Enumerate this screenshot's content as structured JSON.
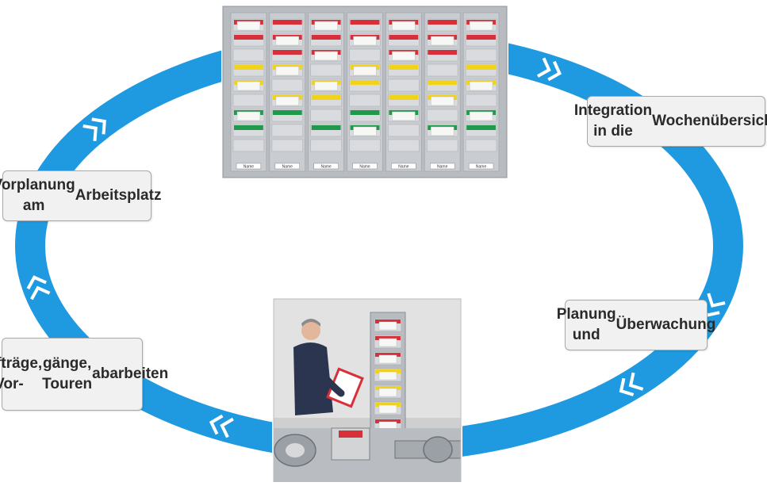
{
  "colors": {
    "cycle_arrow": "#1f9ae0",
    "label_background": "#f1f1f1",
    "label_border": "#a9a9a9",
    "board_frame": "#b8bcc0",
    "slot_grey": "#c9ccd0",
    "card_red": "#d8303a",
    "card_yellow": "#f2d31b",
    "card_green": "#1f9a4a",
    "card_white": "#f7f7f5",
    "workshop_wall": "#e2e2e2",
    "worker_jacket": "#2c3550",
    "machine_grey": "#9aa0a6"
  },
  "diagram": {
    "type": "process-cycle",
    "steps": [
      {
        "id": "integration",
        "lines": [
          "Integration in die",
          "Wochenübersicht"
        ]
      },
      {
        "id": "planning",
        "lines": [
          "Planung und",
          "Überwachung"
        ]
      },
      {
        "id": "processing",
        "lines": [
          "Aufträge, Vor-",
          "gänge, Touren",
          "abarbeiten"
        ]
      },
      {
        "id": "preplanning",
        "lines": [
          "Vorplanung am",
          "Arbeitsplatz"
        ]
      }
    ],
    "photos": [
      {
        "id": "planning-board-photo",
        "icon": "planning-board-photo"
      },
      {
        "id": "workshop-photo",
        "icon": "workshop-photo"
      }
    ],
    "board_rows": [
      "red",
      "red",
      "red",
      "yellow",
      "yellow",
      "yellow",
      "green",
      "green"
    ],
    "board_slot_label": "Name"
  }
}
